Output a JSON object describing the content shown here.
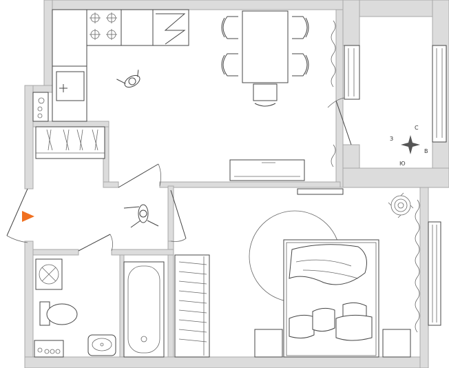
{
  "compass": {
    "north": "С",
    "east": "В",
    "south": "Ю",
    "west": "З"
  },
  "colors": {
    "wall": "#dcdcdc",
    "wall_stroke": "#a8a8a8",
    "line": "#444444",
    "entrance_marker": "#f07020"
  }
}
